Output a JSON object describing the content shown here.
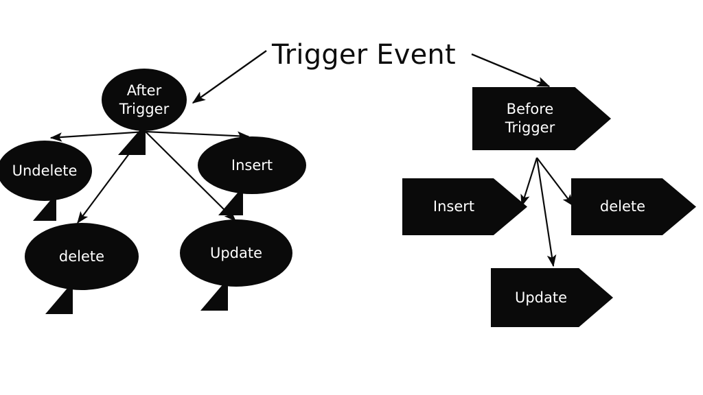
{
  "diagram": {
    "title": "Trigger Event",
    "background_color": "#ffffff",
    "shape_color": "#0a0a0a",
    "text_color": "#ffffff",
    "title_color": "#0d0d0d",
    "branches": [
      {
        "id": "after-trigger",
        "root_label": "After Trigger",
        "shape": "speech-bubble",
        "children": [
          "Undelete",
          "Insert",
          "delete",
          "Update"
        ]
      },
      {
        "id": "before-trigger",
        "root_label": "Before Trigger",
        "shape": "pentagon-arrow",
        "children": [
          "Insert",
          "delete",
          "Update"
        ]
      }
    ]
  },
  "nodes": {
    "after_trigger": {
      "label": "After Trigger",
      "line1": "After",
      "line2": "Trigger"
    },
    "undelete": {
      "label": "Undelete"
    },
    "insert_after": {
      "label": "Insert"
    },
    "delete_after": {
      "label": "delete"
    },
    "update_after": {
      "label": "Update"
    },
    "before_trigger": {
      "label": "Before Trigger",
      "line1": "Before",
      "line2": "Trigger"
    },
    "insert_before": {
      "label": "Insert"
    },
    "delete_before": {
      "label": "delete"
    },
    "update_before": {
      "label": "Update"
    }
  },
  "edges": [
    {
      "from": "title",
      "to": "after_trigger"
    },
    {
      "from": "title",
      "to": "before_trigger"
    },
    {
      "from": "after_trigger",
      "to": "undelete"
    },
    {
      "from": "after_trigger",
      "to": "insert_after"
    },
    {
      "from": "after_trigger",
      "to": "delete_after"
    },
    {
      "from": "after_trigger",
      "to": "update_after"
    },
    {
      "from": "before_trigger",
      "to": "insert_before"
    },
    {
      "from": "before_trigger",
      "to": "delete_before"
    },
    {
      "from": "before_trigger",
      "to": "update_before"
    }
  ]
}
